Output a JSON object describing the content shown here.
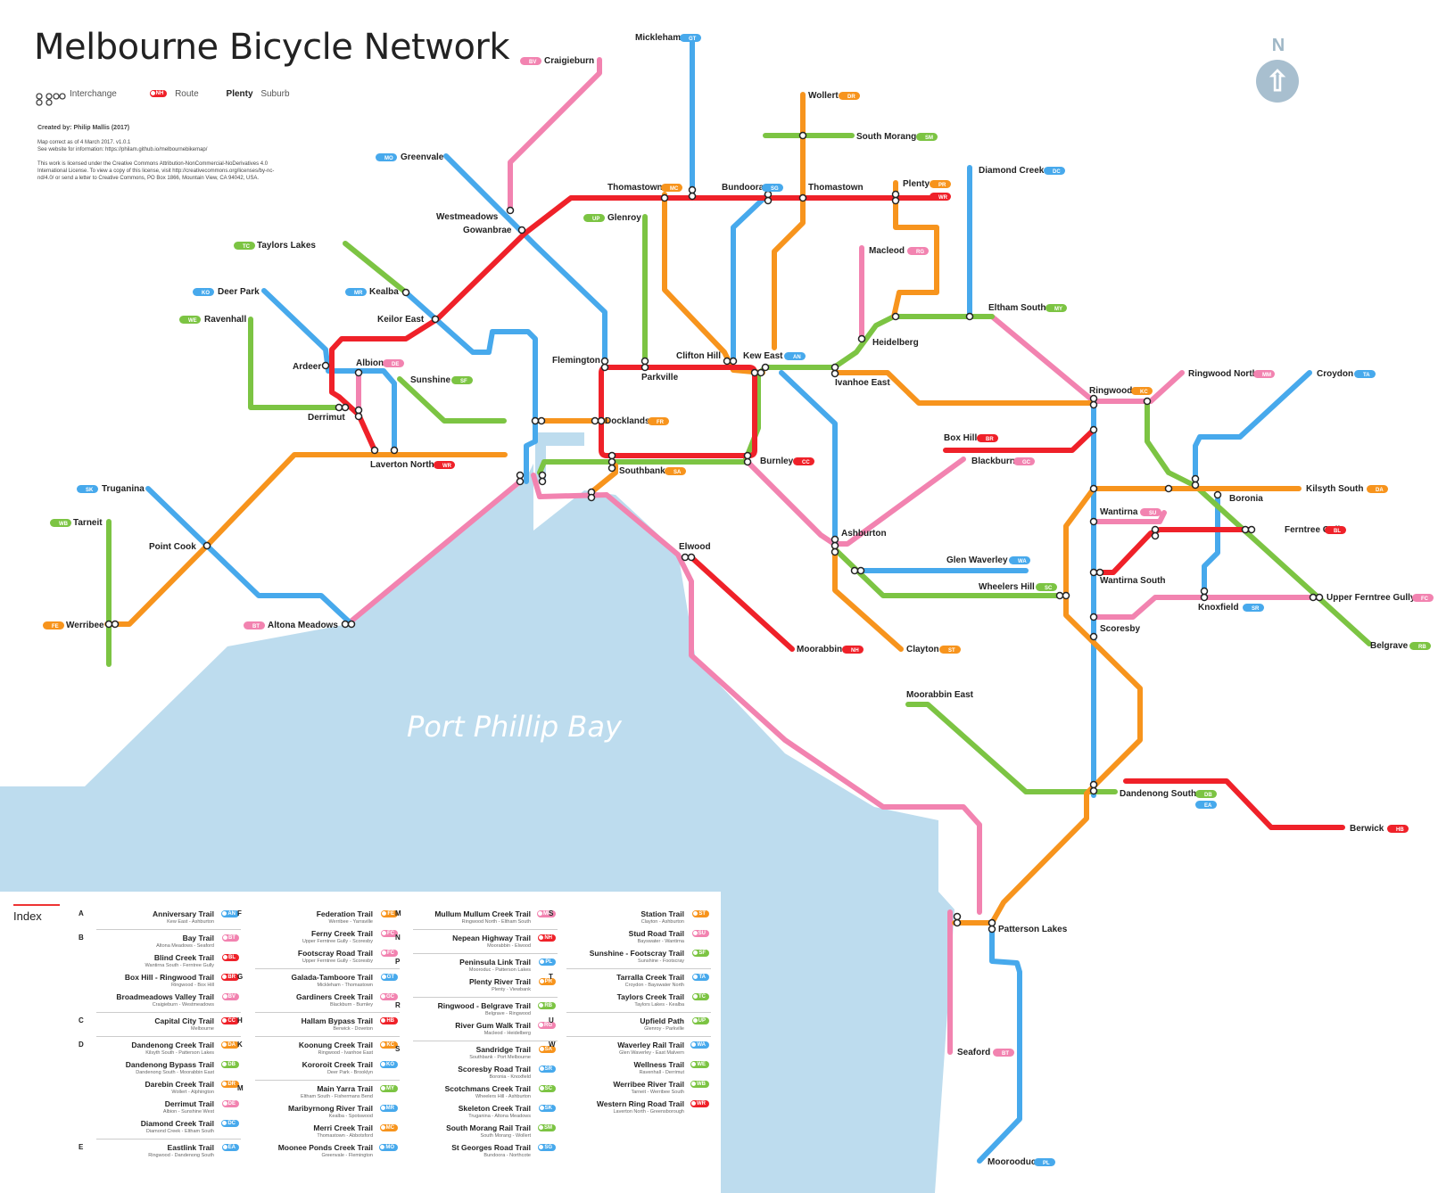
{
  "title": "Melbourne Bicycle Network",
  "legend": {
    "interchange": "Interchange",
    "route_code": "NH",
    "route": "Route",
    "suburb_example": "Plenty",
    "suburb": "Suburb"
  },
  "credits": {
    "author": "Created by: Philip Mallis (2017)",
    "line1": "Map correct as of 4 March 2017. v1.0.1",
    "line2": "See website for information: https://philam.github.io/melbournebikemap/",
    "line3": "This work is licensed under the Creative Commons Attribution-NonCommercial-NoDerivatives 4.0 International License. To view a copy of this license, visit http://creativecommons.org/licenses/by-nc-nd/4.0/ or send a letter to Creative Commons, PO Box 1866, Mountain View, CA 94042, USA."
  },
  "north": "N",
  "bay": "Port Phillip Bay",
  "colors": {
    "red": "#ef2129",
    "pink": "#f283b0",
    "blue": "#47a9ec",
    "green": "#7cc443",
    "orange": "#f7941d",
    "water": "#bddcee"
  },
  "labels": {
    "mickleham": "Mickleham",
    "craigieburn": "Craigieburn",
    "wollert": "Wollert",
    "south_morang": "South Morang",
    "greenvale": "Greenvale",
    "thomastown1": "Thomastown",
    "bundoora": "Bundoora",
    "thomastown2": "Thomastown",
    "plenty": "Plenty",
    "diamond_creek": "Diamond Creek",
    "westmeadows": "Westmeadows",
    "gowanbrae": "Gowanbrae",
    "glenroy": "Glenroy",
    "taylors_lakes": "Taylors Lakes",
    "macleod": "Macleod",
    "deer_park": "Deer Park",
    "kealba": "Kealba",
    "ravenhall": "Ravenhall",
    "keilor_east": "Keilor East",
    "eltham_south": "Eltham South",
    "heidelberg": "Heidelberg",
    "ardeer": "Ardeer",
    "albion": "Albion",
    "flemington": "Flemington",
    "clifton_hill": "Clifton Hill",
    "kew_east": "Kew East",
    "parkville": "Parkville",
    "ivanhoe_east": "Ivanhoe East",
    "sunshine": "Sunshine",
    "ringwood": "Ringwood",
    "ringwood_north": "Ringwood North",
    "croydon": "Croydon",
    "derrimut": "Derrimut",
    "docklands": "Docklands",
    "box_hill": "Box Hill",
    "laverton_north": "Laverton North",
    "burnley": "Burnley",
    "blackburn": "Blackburn",
    "southbank": "Southbank",
    "truganina": "Truganina",
    "boronia": "Boronia",
    "kilsyth_south": "Kilsyth South",
    "tarneit": "Tarneit",
    "wantirna": "Wantirna",
    "ferntree_gully": "Ferntree Gully",
    "point_cook": "Point Cook",
    "ashburton": "Ashburton",
    "elwood": "Elwood",
    "glen_waverley": "Glen Waverley",
    "wantirna_south": "Wantirna South",
    "wheelers_hill": "Wheelers Hill",
    "upper_fg": "Upper Ferntree Gully",
    "knoxfield": "Knoxfield",
    "werribee": "Werribee",
    "altona_meadows": "Altona Meadows",
    "moorabbin": "Moorabbin",
    "clayton": "Clayton",
    "scoresby": "Scoresby",
    "belgrave": "Belgrave",
    "moorabbin_east": "Moorabbin East",
    "dandenong_south": "Dandenong South",
    "berwick": "Berwick",
    "patterson_lakes": "Patterson Lakes",
    "seaford": "Seaford",
    "mooroodu": "Moorooduc"
  },
  "index": {
    "title": "Index",
    "columns": [
      [
        {
          "letter": "A",
          "entries": [
            {
              "name": "Anniversary Trail",
              "sub": "Kew East - Ashburton",
              "code": "AN",
              "color": "#47a9ec"
            }
          ]
        },
        {
          "letter": "B",
          "entries": [
            {
              "name": "Bay Trail",
              "sub": "Altona Meadows - Seaford",
              "code": "BT",
              "color": "#f283b0"
            },
            {
              "name": "Blind Creek Trail",
              "sub": "Wantirna South - Ferntree Gully",
              "code": "BL",
              "color": "#ef2129"
            },
            {
              "name": "Box Hill - Ringwood Trail",
              "sub": "Ringwood - Box Hill",
              "code": "BR",
              "color": "#ef2129"
            },
            {
              "name": "Broadmeadows Valley Trail",
              "sub": "Craigieburn - Westmeadows",
              "code": "BV",
              "color": "#f283b0"
            }
          ]
        },
        {
          "letter": "C",
          "entries": [
            {
              "name": "Capital City Trail",
              "sub": "Melbourne",
              "code": "CC",
              "color": "#ef2129"
            }
          ]
        },
        {
          "letter": "D",
          "entries": [
            {
              "name": "Dandenong Creek Trail",
              "sub": "Kilsyth South - Patterson Lakes",
              "code": "DA",
              "color": "#f7941d"
            },
            {
              "name": "Dandenong Bypass Trail",
              "sub": "Dandenong South - Moorabbin East",
              "code": "DB",
              "color": "#7cc443"
            },
            {
              "name": "Darebin Creek Trail",
              "sub": "Wollert - Alphington",
              "code": "DR",
              "color": "#f7941d"
            },
            {
              "name": "Derrimut Trail",
              "sub": "Albion - Sunshine West",
              "code": "DE",
              "color": "#f283b0"
            },
            {
              "name": "Diamond Creek Trail",
              "sub": "Diamond Creek - Eltham South",
              "code": "DC",
              "color": "#47a9ec"
            }
          ]
        },
        {
          "letter": "E",
          "entries": [
            {
              "name": "Eastlink Trail",
              "sub": "Ringwood - Dandenong South",
              "code": "EA",
              "color": "#47a9ec"
            }
          ]
        }
      ],
      [
        {
          "letter": "F",
          "entries": [
            {
              "name": "Federation Trail",
              "sub": "Werribee - Yarraville",
              "code": "FE",
              "color": "#f7941d"
            },
            {
              "name": "Ferny Creek Trail",
              "sub": "Upper Ferntree Gully - Scoresby",
              "code": "FC",
              "color": "#f283b0"
            },
            {
              "name": "Footscray Road Trail",
              "sub": "Upper Ferntree Gully - Scoresby",
              "code": "FC",
              "color": "#f283b0"
            }
          ]
        },
        {
          "letter": "G",
          "entries": [
            {
              "name": "Galada-Tamboore Trail",
              "sub": "Mickleham - Thomastown",
              "code": "GT",
              "color": "#47a9ec"
            },
            {
              "name": "Gardiners Creek Trail",
              "sub": "Blackburn - Burnley",
              "code": "GC",
              "color": "#f283b0"
            }
          ]
        },
        {
          "letter": "H",
          "entries": [
            {
              "name": "Hallam Bypass Trail",
              "sub": "Berwick - Doveton",
              "code": "HB",
              "color": "#ef2129"
            }
          ]
        },
        {
          "letter": "K",
          "entries": [
            {
              "name": "Koonung Creek Trail",
              "sub": "Ringwood - Ivanhoe East",
              "code": "KC",
              "color": "#f7941d"
            },
            {
              "name": "Kororoit Creek Trail",
              "sub": "Deer Park - Brooklyn",
              "code": "KO",
              "color": "#47a9ec"
            }
          ]
        },
        {
          "letter": "M",
          "entries": [
            {
              "name": "Main Yarra Trail",
              "sub": "Eltham South - Fishermans Bend",
              "code": "MY",
              "color": "#7cc443"
            },
            {
              "name": "Maribyrnong River Trail",
              "sub": "Kealba - Spotswood",
              "code": "MR",
              "color": "#47a9ec"
            },
            {
              "name": "Merri Creek Trail",
              "sub": "Thomastown - Abbotsford",
              "code": "MC",
              "color": "#f7941d"
            },
            {
              "name": "Moonee Ponds Creek Trail",
              "sub": "Greenvale - Flemington",
              "code": "MO",
              "color": "#47a9ec"
            }
          ]
        }
      ],
      [
        {
          "letter": "M",
          "entries": [
            {
              "name": "Mullum Mullum Creek Trail",
              "sub": "Ringwood North - Eltham South",
              "code": "MM",
              "color": "#f283b0"
            }
          ]
        },
        {
          "letter": "N",
          "entries": [
            {
              "name": "Nepean Highway Trail",
              "sub": "Moorabbin - Elwood",
              "code": "NH",
              "color": "#ef2129"
            }
          ]
        },
        {
          "letter": "P",
          "entries": [
            {
              "name": "Peninsula Link Trail",
              "sub": "Mooroduc - Patterson Lakes",
              "code": "PL",
              "color": "#47a9ec"
            },
            {
              "name": "Plenty River Trail",
              "sub": "Plenty - Viewbank",
              "code": "PR",
              "color": "#f7941d"
            }
          ]
        },
        {
          "letter": "R",
          "entries": [
            {
              "name": "Ringwood - Belgrave Trail",
              "sub": "Belgrave - Ringwood",
              "code": "RB",
              "color": "#7cc443"
            },
            {
              "name": "River Gum Walk Trail",
              "sub": "Macleod - Heidelberg",
              "code": "RG",
              "color": "#f283b0"
            }
          ]
        },
        {
          "letter": "S",
          "entries": [
            {
              "name": "Sandridge Trail",
              "sub": "Southbank - Port Melbourne",
              "code": "SA",
              "color": "#f7941d"
            },
            {
              "name": "Scoresby Road Trail",
              "sub": "Boronia - Knoxfield",
              "code": "SR",
              "color": "#47a9ec"
            },
            {
              "name": "Scotchmans Creek Trail",
              "sub": "Wheelers Hill - Ashburton",
              "code": "SC",
              "color": "#7cc443"
            },
            {
              "name": "Skeleton Creek Trail",
              "sub": "Truganina - Altona Meadows",
              "code": "SK",
              "color": "#47a9ec"
            },
            {
              "name": "South Morang Rail Trail",
              "sub": "South Morang - Wollert",
              "code": "SM",
              "color": "#7cc443"
            },
            {
              "name": "St Georges Road Trail",
              "sub": "Bundoora - Northcote",
              "code": "SG",
              "color": "#47a9ec"
            }
          ]
        }
      ],
      [
        {
          "letter": "S",
          "entries": [
            {
              "name": "Station Trail",
              "sub": "Clayton - Ashburton",
              "code": "ST",
              "color": "#f7941d"
            },
            {
              "name": "Stud Road Trail",
              "sub": "Bayswater - Wantirna",
              "code": "SU",
              "color": "#f283b0"
            },
            {
              "name": "Sunshine - Footscray Trail",
              "sub": "Sunshine - Footscray",
              "code": "SF",
              "color": "#7cc443"
            }
          ]
        },
        {
          "letter": "T",
          "entries": [
            {
              "name": "Tarralla Creek Trail",
              "sub": "Croydon - Bayswater North",
              "code": "TA",
              "color": "#47a9ec"
            },
            {
              "name": "Taylors Creek Trail",
              "sub": "Taylors Lakes - Kealba",
              "code": "TC",
              "color": "#7cc443"
            }
          ]
        },
        {
          "letter": "U",
          "entries": [
            {
              "name": "Upfield Path",
              "sub": "Glenroy - Parkville",
              "code": "UP",
              "color": "#7cc443"
            }
          ]
        },
        {
          "letter": "W",
          "entries": [
            {
              "name": "Waverley Rail Trail",
              "sub": "Glen Waverley - East Malvern",
              "code": "WA",
              "color": "#47a9ec"
            },
            {
              "name": "Wellness Trail",
              "sub": "Ravenhall - Derrimut",
              "code": "WE",
              "color": "#7cc443"
            },
            {
              "name": "Werribee River Trail",
              "sub": "Tarneit - Werribee South",
              "code": "WB",
              "color": "#7cc443"
            },
            {
              "name": "Western Ring Road Trail",
              "sub": "Laverton North - Greensborough",
              "code": "WR",
              "color": "#ef2129"
            }
          ]
        }
      ]
    ]
  }
}
